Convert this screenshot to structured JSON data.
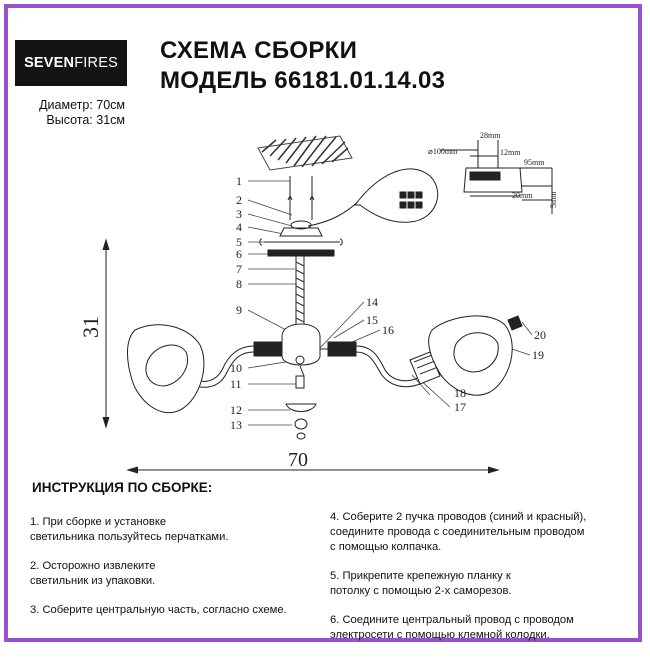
{
  "brand": {
    "logo_bold": "SEVEN",
    "logo_light": "FIRES"
  },
  "header": {
    "title_line1": "СХЕМА СБОРКИ",
    "title_line2": "МОДЕЛЬ 66181.01.14.03"
  },
  "specs": {
    "diameter": "Диаметр: 70см",
    "height": "Высота: 31см"
  },
  "drawing": {
    "dim_height": "31",
    "dim_width": "70",
    "part_numbers": [
      "1",
      "2",
      "3",
      "4",
      "5",
      "6",
      "7",
      "8",
      "9",
      "10",
      "11",
      "12",
      "13",
      "14",
      "15",
      "16",
      "17",
      "18",
      "19",
      "20"
    ],
    "detail_labels": {
      "d100": "⌀100mm",
      "m28": "28mm",
      "m12": "12mm",
      "m95": "95mm",
      "m20": "20mm",
      "m5": "5mm"
    }
  },
  "instructions": {
    "heading": "ИНСТРУКЦИЯ ПО СБОРКЕ:",
    "left": [
      "1. При сборке и установке\nсветильника пользуйтесь перчатками.",
      "2. Осторожно извлеките\nсветильник из упаковки.",
      "3. Соберите центральную часть, согласно схеме."
    ],
    "right": [
      "4. Соберите 2 пучка проводов (синий и красный),\nсоедините провода с соединительным проводом\nс помощью колпачка.",
      "5. Прикрепите крепежную планку к\nпотолку с помощью 2-х саморезов.",
      "6. Соедините центральный провод с проводом\nэлектросети с помощью клемной колодки."
    ]
  }
}
